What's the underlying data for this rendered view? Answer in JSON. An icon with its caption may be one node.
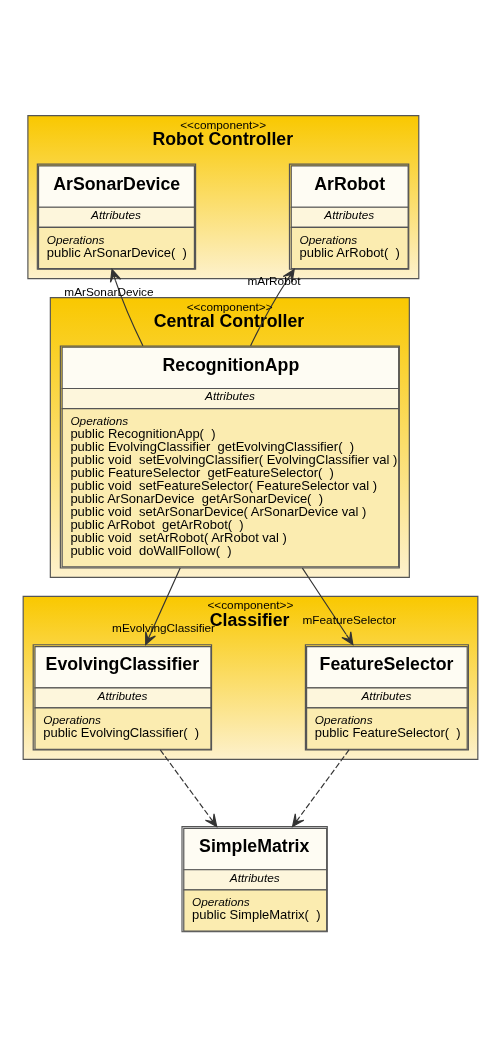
{
  "diagram": {
    "nodes": [
      {
        "text": [
          "<<component>>",
          "Robot Controller"
        ]
      },
      {
        "text": [
          "ArSonarDevice",
          "Attributes",
          "Operations",
          "public ArSonarDevice(  )"
        ],
        "in": 0
      },
      {
        "text": [
          "ArRobot",
          "Attributes",
          "Operations",
          "public ArRobot(  )"
        ],
        "in": 0
      },
      {
        "text": [
          "<<component>>",
          "Central Controller"
        ]
      },
      {
        "text": [
          "RecognitionApp",
          "Attributes",
          "Operations",
          "public RecognitionApp(  )",
          "public EvolvingClassifier  getEvolvingClassifier(  )",
          "public void  setEvolvingClassifier( EvolvingClassifier val )",
          "public FeatureSelector  getFeatureSelector(  )",
          "public void  setFeatureSelector( FeatureSelector val )",
          "public ArSonarDevice  getArSonarDevice(  )",
          "public void  setArSonarDevice( ArSonarDevice val )",
          "public ArRobot  getArRobot(  )",
          "public void  setArRobot( ArRobot val )",
          "public void  doWallFollow(  )"
        ],
        "in": 3
      },
      {
        "text": [
          "<<component>>",
          "Classifier"
        ]
      },
      {
        "text": [
          "EvolvingClassifier",
          "Attributes",
          "Operations",
          "public EvolvingClassifier(  )"
        ],
        "in": 5
      },
      {
        "text": [
          "FeatureSelector",
          "Attributes",
          "Operations",
          "public FeatureSelector(  )"
        ],
        "in": 5
      },
      {
        "text": [
          "SimpleMatrix",
          "Attributes",
          "Operations",
          "public SimpleMatrix(  )"
        ]
      }
    ],
    "edges": [
      {
        "from": 4,
        "to": 1,
        "arrow": "to",
        "label": "mArSonarDevice"
      },
      {
        "from": 4,
        "to": 2,
        "arrow": "to",
        "label": "mArRobot"
      },
      {
        "from": 4,
        "to": 6,
        "arrow": "to",
        "label": "mEvolvingClassifier"
      },
      {
        "from": 4,
        "to": 7,
        "arrow": "to",
        "label": "mFeatureSelector"
      },
      {
        "from": 6,
        "to": 8,
        "arrow": "to",
        "style": "dashed"
      },
      {
        "from": 7,
        "to": 8,
        "arrow": "to",
        "style": "dashed"
      }
    ]
  }
}
